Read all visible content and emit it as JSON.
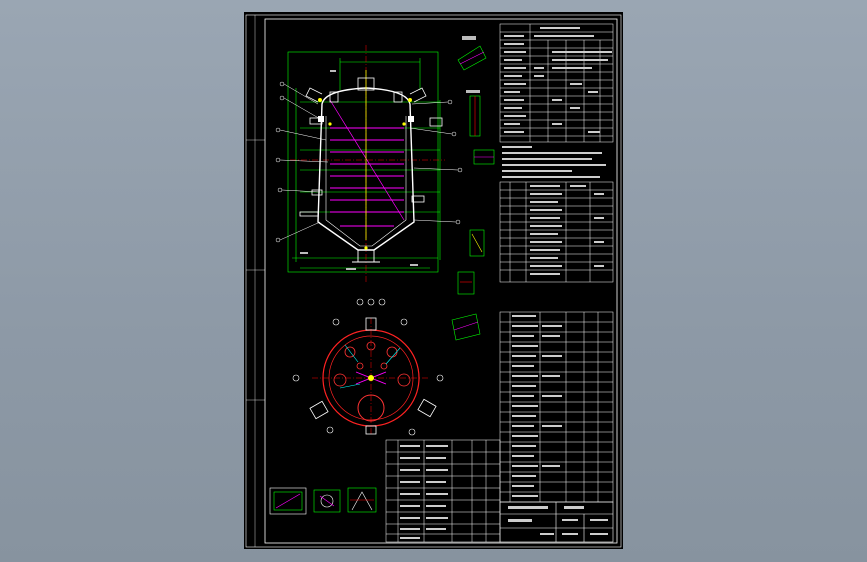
{
  "app": {
    "background_color": "#909ca9",
    "sheet_color": "#000000"
  },
  "drawing": {
    "kind": "pressure vessel / reactor general assembly drawing",
    "views": [
      "front-section-view",
      "top-plan-view",
      "detail-views"
    ],
    "colors": {
      "vessel_outline": "#ffffff",
      "dimension_lines": "#00ff00",
      "center_lines": "#ff0000",
      "heating_coil": "#ff00ff",
      "nozzles": "#ff3333",
      "annotation": "#ffff00",
      "table_lines": "#ffffff"
    },
    "legible_text": []
  }
}
